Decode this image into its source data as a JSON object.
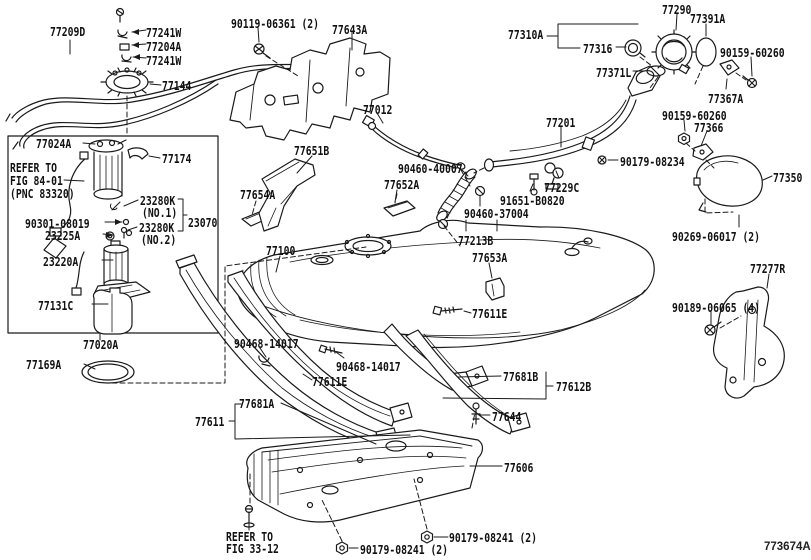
{
  "figure": {
    "code": "773674A",
    "background_color": "#ffffff",
    "line_color": "#1a1a1a"
  },
  "notes": {
    "note1": [
      "REFER TO",
      "FIG 84-01",
      "(PNC 83320)"
    ],
    "note2": [
      "REFER TO",
      "FIG 33-12"
    ]
  },
  "labels": [
    {
      "text": "77209D"
    },
    {
      "text": "77241W"
    },
    {
      "text": "77204A"
    },
    {
      "text": "77241W"
    },
    {
      "text": "77144"
    },
    {
      "text": "90119-06361 (2)"
    },
    {
      "text": "77643A"
    },
    {
      "text": "77012"
    },
    {
      "text": "77310A"
    },
    {
      "text": "77316"
    },
    {
      "text": "77290"
    },
    {
      "text": "77391A"
    },
    {
      "text": "90159-60260"
    },
    {
      "text": "77371L"
    },
    {
      "text": "77367A"
    },
    {
      "text": "90159-60260"
    },
    {
      "text": "77366"
    },
    {
      "text": "77201"
    },
    {
      "text": "90179-08234"
    },
    {
      "text": "77229C"
    },
    {
      "text": "91651-B0820"
    },
    {
      "text": "90460-37004"
    },
    {
      "text": "77213B"
    },
    {
      "text": "77350"
    },
    {
      "text": "90269-06017 (2)"
    },
    {
      "text": "77277R"
    },
    {
      "text": "90189-06065 (4)"
    },
    {
      "text": "77024A"
    },
    {
      "text": "77174"
    },
    {
      "text": "23280K"
    },
    {
      "text": "(NO.1)"
    },
    {
      "text": "90301-08019"
    },
    {
      "text": "23280K"
    },
    {
      "text": "(NO.2)"
    },
    {
      "text": "23070"
    },
    {
      "text": "23225A"
    },
    {
      "text": "23220A"
    },
    {
      "text": "77131C"
    },
    {
      "text": "77020A"
    },
    {
      "text": "77169A"
    },
    {
      "text": "77651B"
    },
    {
      "text": "77654A"
    },
    {
      "text": "90460-40007"
    },
    {
      "text": "77652A"
    },
    {
      "text": "77100"
    },
    {
      "text": "77653A"
    },
    {
      "text": "77611E"
    },
    {
      "text": "90468-14017"
    },
    {
      "text": "90468-14017"
    },
    {
      "text": "77611E"
    },
    {
      "text": "77681A"
    },
    {
      "text": "77611"
    },
    {
      "text": "77681B"
    },
    {
      "text": "77612B"
    },
    {
      "text": "77644"
    },
    {
      "text": "77606"
    },
    {
      "text": "90179-08241 (2)"
    },
    {
      "text": "90179-08241 (2)"
    }
  ]
}
